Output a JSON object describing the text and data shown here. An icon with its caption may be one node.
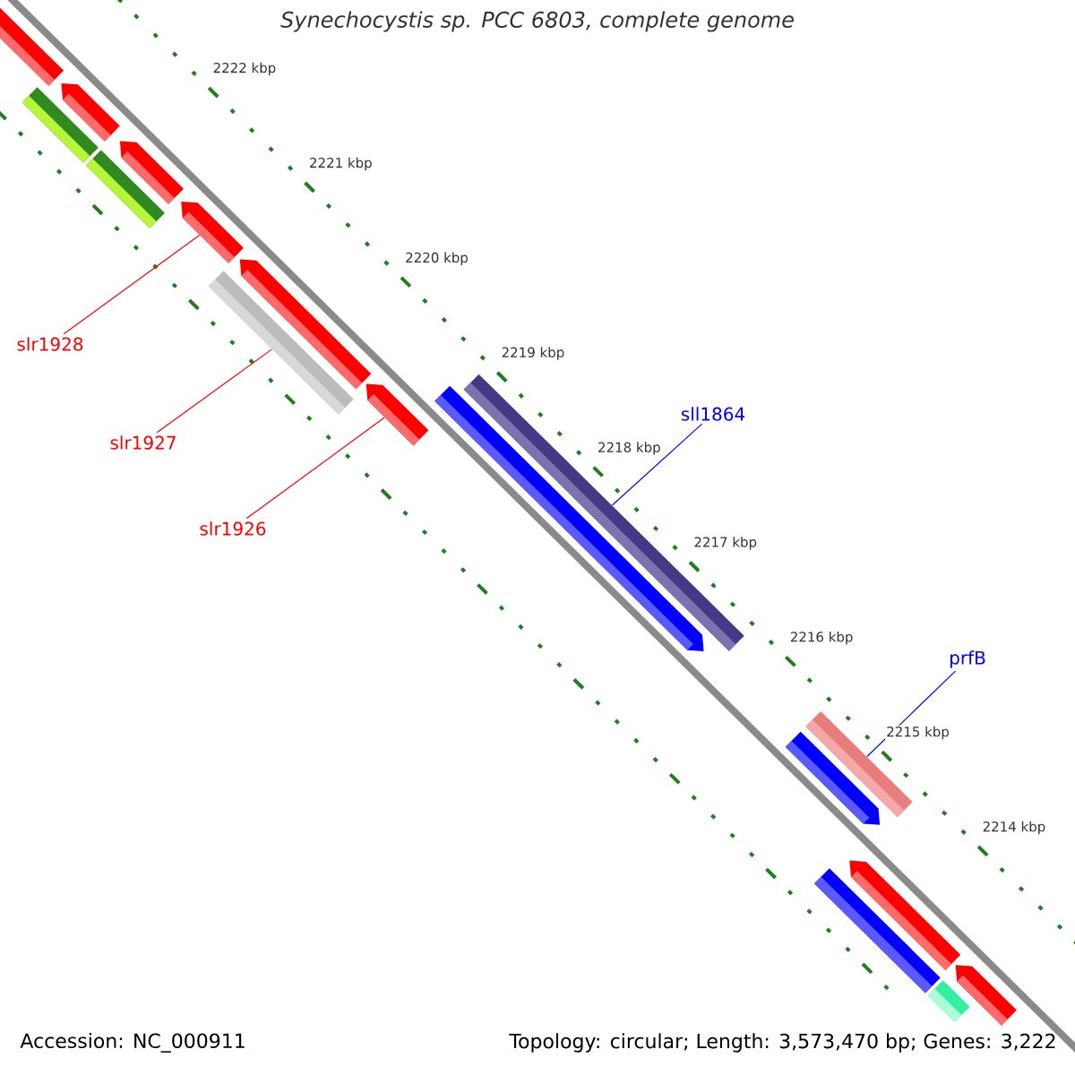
{
  "diagram": {
    "title": "Synechocystis sp. PCC 6803, complete genome",
    "nodes": [
      {
        "text": [
          "slr1928"
        ]
      },
      {
        "text": [
          "slr1927"
        ]
      },
      {
        "text": [
          "slr1926"
        ]
      },
      {
        "text": [
          "sll1864"
        ]
      },
      {
        "text": [
          "prfB"
        ]
      },
      {
        "text": [],
        "shape": "arrow"
      },
      {
        "text": [],
        "shape": "bar"
      },
      {
        "text": [],
        "shape": "arrow"
      },
      {
        "text": [],
        "shape": "bar"
      },
      {
        "text": [],
        "shape": "arrow"
      },
      {
        "text": [],
        "shape": "arrow"
      },
      {
        "text": [],
        "shape": "arrow"
      },
      {
        "text": [],
        "shape": "bar"
      },
      {
        "text": [],
        "shape": "arrow"
      },
      {
        "text": [],
        "shape": "arrow"
      },
      {
        "text": [],
        "shape": "bar"
      },
      {
        "text": [],
        "shape": "arrow"
      },
      {
        "text": [],
        "shape": "bar"
      },
      {
        "text": [],
        "shape": "bar"
      },
      {
        "text": [],
        "shape": "arrow"
      },
      {
        "text": [],
        "shape": "arrow"
      },
      {
        "text": [],
        "shape": "bar"
      }
    ],
    "edges": [
      {
        "from": 0,
        "to": 10,
        "arrow": "none"
      },
      {
        "from": 1,
        "to": 12,
        "arrow": "none"
      },
      {
        "from": 2,
        "to": 13,
        "arrow": "none"
      },
      {
        "from": 3,
        "to": 15,
        "arrow": "none",
        "color": "#0000ff"
      },
      {
        "from": 4,
        "to": 17,
        "arrow": "none",
        "color": "#0000ff"
      }
    ],
    "labels": [
      "2222 kbp",
      "2221 kbp",
      "2220 kbp",
      "2219 kbp",
      "2218 kbp",
      "2217 kbp",
      "2216 kbp",
      "2215 kbp",
      "2214 kbp",
      "Accession: NC_000911",
      "Topology: circular; Length: 3,573,470 bp; Genes: 3,222"
    ]
  }
}
